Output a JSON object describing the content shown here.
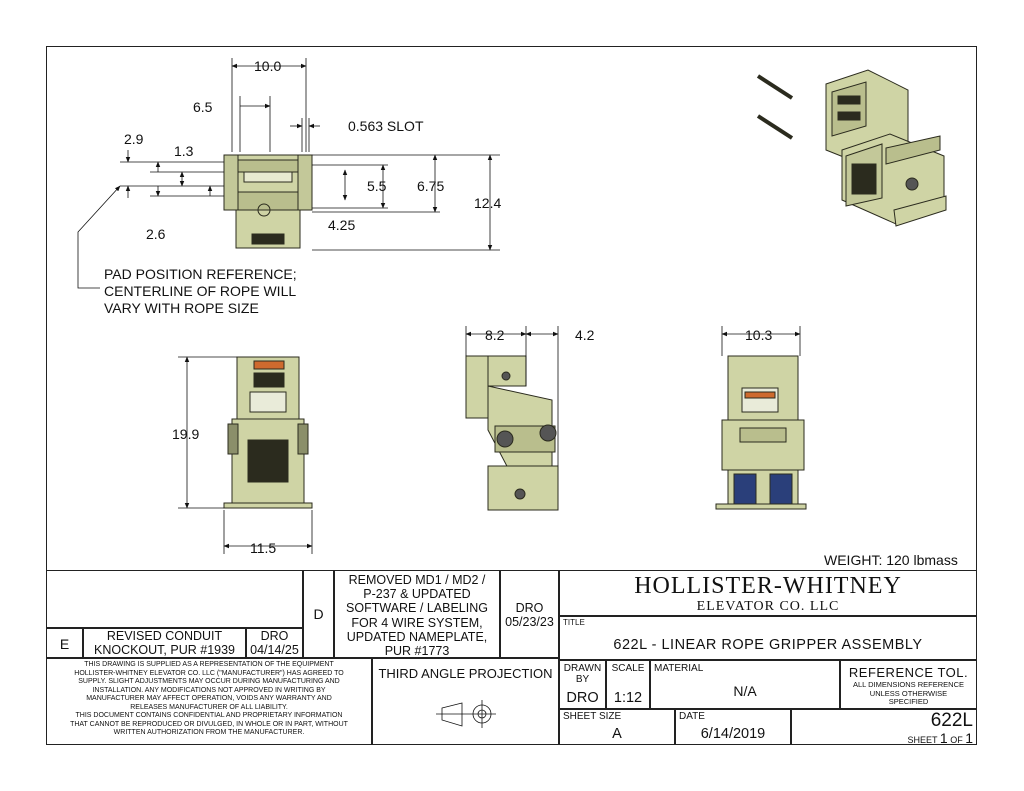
{
  "dimensions": {
    "d10": "10.0",
    "d65": "6.5",
    "slot": "0.563 SLOT",
    "d29": "2.9",
    "d13": "1.3",
    "d55": "5.5",
    "d675": "6.75",
    "d124": "12.4",
    "d26": "2.6",
    "d425": "4.25",
    "d199": "19.9",
    "d115": "11.5",
    "d82": "8.2",
    "d42": "4.2",
    "d103": "10.3"
  },
  "pad_note": [
    "PAD POSITION REFERENCE;",
    "CENTERLINE OF ROPE WILL",
    "VARY WITH ROPE SIZE"
  ],
  "weight": "WEIGHT: 120 lbmass",
  "revisions": [
    {
      "rev": "E",
      "desc": [
        "REVISED CONDUIT",
        "KNOCKOUT, PUR #1939"
      ],
      "by": "DRO",
      "date": "04/14/25"
    },
    {
      "rev": "D",
      "desc": [
        "REMOVED MD1 / MD2 /",
        "P-237 & UPDATED",
        "SOFTWARE / LABELING",
        "FOR 4 WIRE SYSTEM,",
        "UPDATED NAMEPLATE,",
        "PUR #1773"
      ],
      "by": "DRO",
      "date": "05/23/23"
    }
  ],
  "disclaimer": [
    "THIS DRAWING IS SUPPLIED AS A REPRESENTATION OF THE EQUIPMENT",
    "HOLLISTER-WHITNEY ELEVATOR CO. LLC (\"MANUFACTURER\") HAS AGREED TO",
    "SUPPLY.  SLIGHT ADJUSTMENTS MAY OCCUR DURING MANUFACTURING AND",
    "INSTALLATION.  ANY MODIFICATIONS NOT APPROVED IN WRITING BY",
    "MANUFACTURER MAY AFFECT OPERATION, VOIDS ANY WARRANTY AND",
    "RELEASES MANUFACTURER OF ALL LIABILITY.",
    "THIS DOCUMENT CONTAINS CONFIDENTIAL AND PROPRIETARY INFORMATION",
    "THAT CANNOT BE REPRODUCED OR DIVULGED, IN WHOLE OR IN PART, WITHOUT",
    "WRITTEN AUTHORIZATION FROM THE MANUFACTURER."
  ],
  "projection": "THIRD ANGLE PROJECTION",
  "company": {
    "name": "HOLLISTER-WHITNEY",
    "sub": "ELEVATOR CO. LLC"
  },
  "title_label": "TITLE",
  "title": "622L - LINEAR ROPE GRIPPER ASSEMBLY",
  "drawn_by_label": [
    "DRAWN",
    "BY"
  ],
  "drawn_by": "DRO",
  "scale_label": "SCALE",
  "scale": "1:12",
  "material_label": "MATERIAL",
  "material": "N/A",
  "ref_tol": {
    "title": "REFERENCE TOL.",
    "lines": [
      "ALL DIMENSIONS REFERENCE",
      "UNLESS OTHERWISE",
      "SPECIFIED"
    ]
  },
  "sheet_size_label": "SHEET SIZE",
  "sheet_size": "A",
  "date_label": "DATE",
  "date": "6/14/2019",
  "part_no": "622L",
  "sheet": {
    "label": "SHEET",
    "num": "1",
    "of_label": "OF",
    "of": "1"
  },
  "colors": {
    "body": "#cfd4a5",
    "dark": "#2b2b1e",
    "blue": "#2a3f7a",
    "line": "#111111"
  }
}
